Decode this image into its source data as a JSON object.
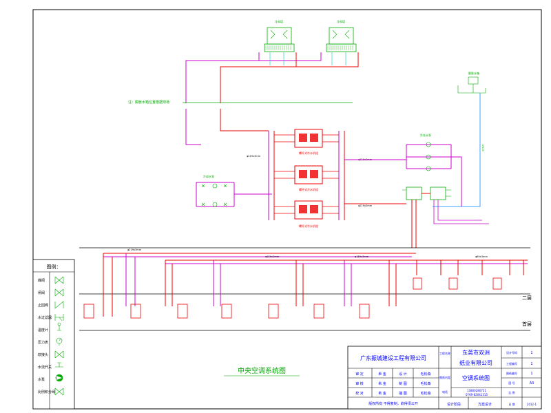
{
  "diagram": {
    "title": "中央空调系统图",
    "note": "注：膨胀水箱位置根据现场",
    "floors": {
      "second": "二层",
      "first": "首层"
    },
    "cooling_tower_label": "冷却塔",
    "expansion_tank_label": "膨胀水箱",
    "pump_label_cooling": "冷却水泵",
    "pump_label_chilled": "冷冻水泵",
    "chiller_label": "螺杆式冷水机组",
    "pipe_label_main": "φ219x3mm",
    "pipe_label_branch": "φ159x3mm",
    "pipe_label_small": "φ89x3mm"
  },
  "legend": {
    "title": "图例：",
    "items": [
      {
        "label": "蝶阀",
        "icon": "butterfly-valve"
      },
      {
        "label": "闸阀",
        "icon": "gate-valve"
      },
      {
        "label": "止回阀",
        "icon": "check-valve"
      },
      {
        "label": "水过滤器",
        "icon": "strainer"
      },
      {
        "label": "温度计",
        "icon": "thermometer"
      },
      {
        "label": "压力表",
        "icon": "pressure-gauge"
      },
      {
        "label": "软接头",
        "icon": "flexible-joint"
      },
      {
        "label": "水流开关",
        "icon": "flow-switch"
      },
      {
        "label": "水泵",
        "icon": "pump"
      },
      {
        "label": "比例积分阀",
        "icon": "pi-valve"
      }
    ]
  },
  "title_block": {
    "company": "广东振城建设工程有限公司",
    "project_label": "工程名称",
    "project_name_1": "东莞市双洲",
    "project_name_2": "纸业有限公司",
    "drawing_label": "图纸内容",
    "drawing_name": "空调系统图",
    "design_no_label": "设计号码",
    "design_no": "1",
    "project_no_label": "工程编号",
    "project_no": "1",
    "sheet_no_label": "图纸编号",
    "sheet_no": "1",
    "drawing_type_label": "图 号",
    "drawing_type": "A3",
    "scale_label": "比 例",
    "scale": "",
    "date_label": "日 期",
    "date": "2012-1",
    "stage_label": "设计阶段",
    "stage": "方案设计",
    "phone_label": "电话",
    "phone_1": "13800280721",
    "phone_2": "0769-82041315",
    "roles": [
      {
        "role": "审 定",
        "name": "希 金",
        "role2": "设 计",
        "name2": "毛松森"
      },
      {
        "role": "审 核",
        "name": "希 金",
        "role2": "制 图",
        "name2": "毛松森"
      },
      {
        "role": "校 对",
        "name": "希 金",
        "role2": "描 图",
        "name2": "毛松森"
      }
    ],
    "copyright": "版权所有  不得复制，欲得须公开"
  }
}
